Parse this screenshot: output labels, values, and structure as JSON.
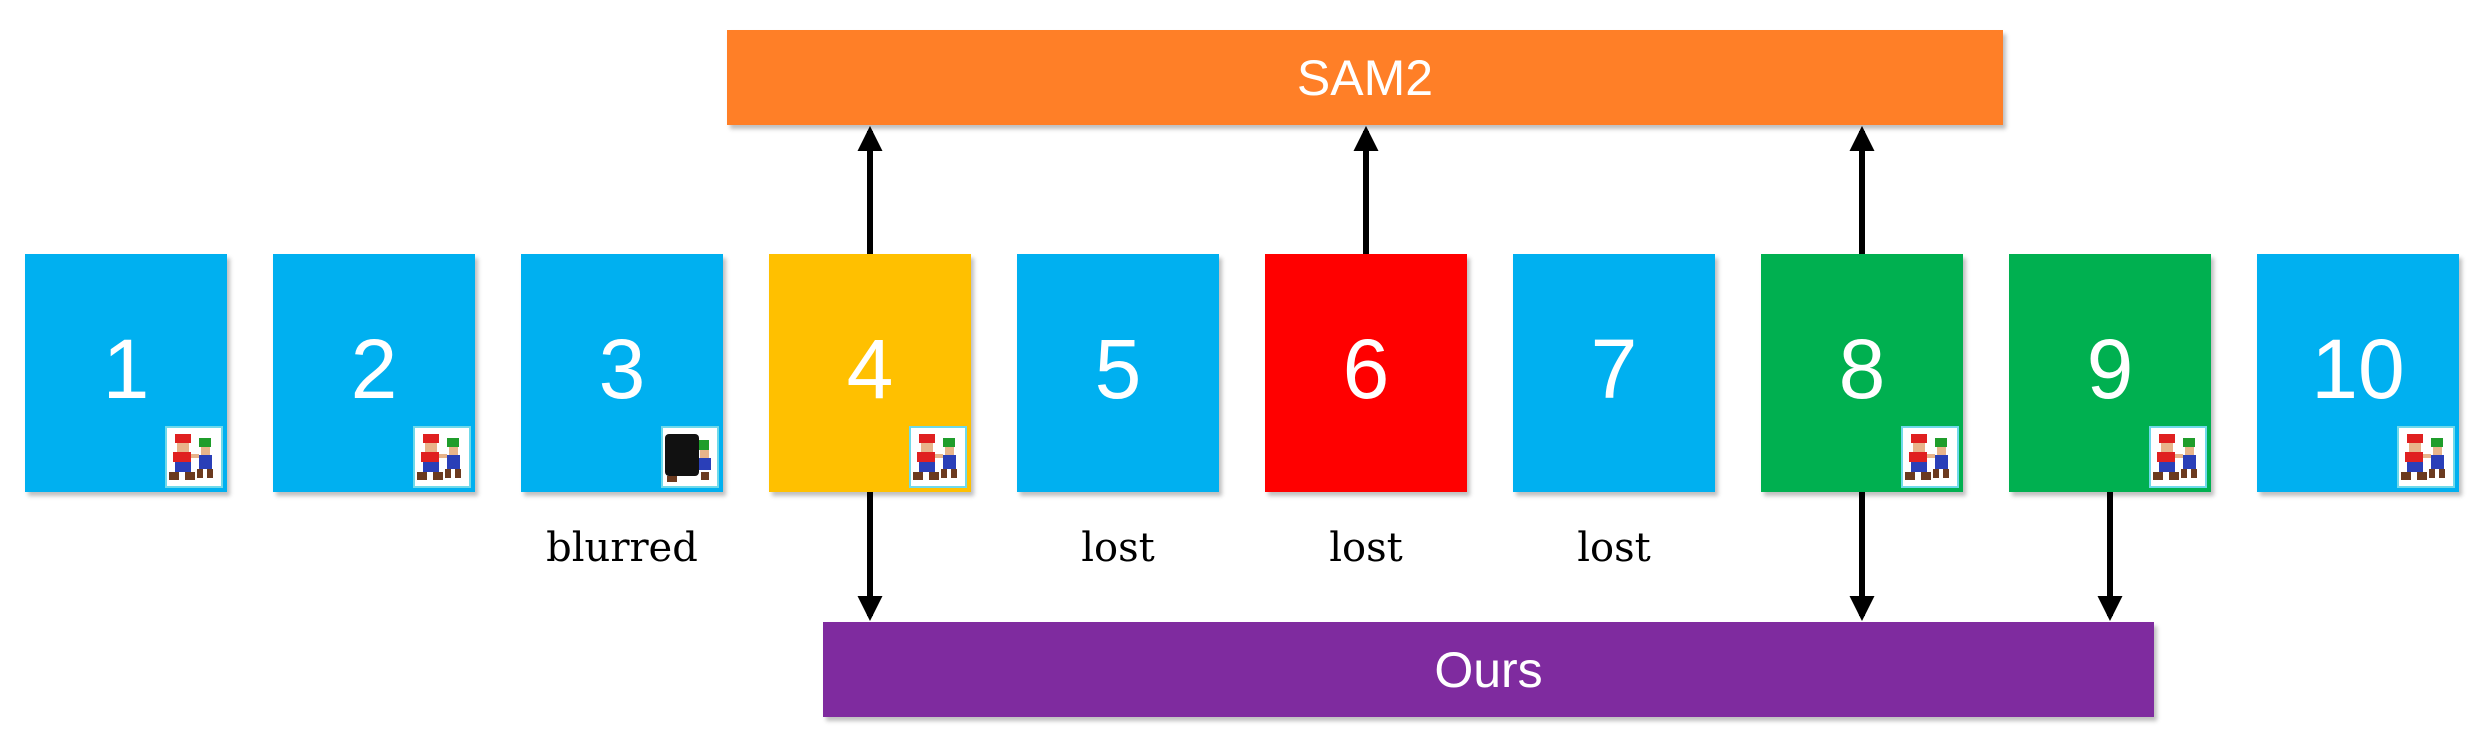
{
  "colors": {
    "frame_default": "#00b0f0",
    "frame_highlight_yellow": "#ffc000",
    "frame_highlight_red": "#ff0000",
    "frame_highlight_green": "#00b050",
    "bar_sam2": "#ff7f27",
    "bar_ours": "#7f2b9f",
    "arrow": "#000000"
  },
  "bars": {
    "sam2": "SAM2",
    "ours": "Ours"
  },
  "frames": [
    {
      "label": "1",
      "color": "#00b0f0",
      "icon": "mario-luigi-icon"
    },
    {
      "label": "2",
      "color": "#00b0f0",
      "icon": "mario-luigi-icon"
    },
    {
      "label": "3",
      "color": "#00b0f0",
      "icon": "blurred-target-icon",
      "caption": "blurred"
    },
    {
      "label": "4",
      "color": "#ffc000",
      "icon": "mario-luigi-icon"
    },
    {
      "label": "5",
      "color": "#00b0f0",
      "caption": "lost"
    },
    {
      "label": "6",
      "color": "#ff0000",
      "caption": "lost"
    },
    {
      "label": "7",
      "color": "#00b0f0",
      "caption": "lost"
    },
    {
      "label": "8",
      "color": "#00b050",
      "icon": "mario-luigi-icon"
    },
    {
      "label": "9",
      "color": "#00b050",
      "icon": "mario-luigi-icon"
    },
    {
      "label": "10",
      "color": "#00b0f0",
      "icon": "mario-luigi-icon"
    }
  ],
  "arrows_up_to_sam2_from_frames": [
    "4",
    "6",
    "8"
  ],
  "arrows_down_to_ours_from_frames": [
    "4",
    "8",
    "9"
  ]
}
